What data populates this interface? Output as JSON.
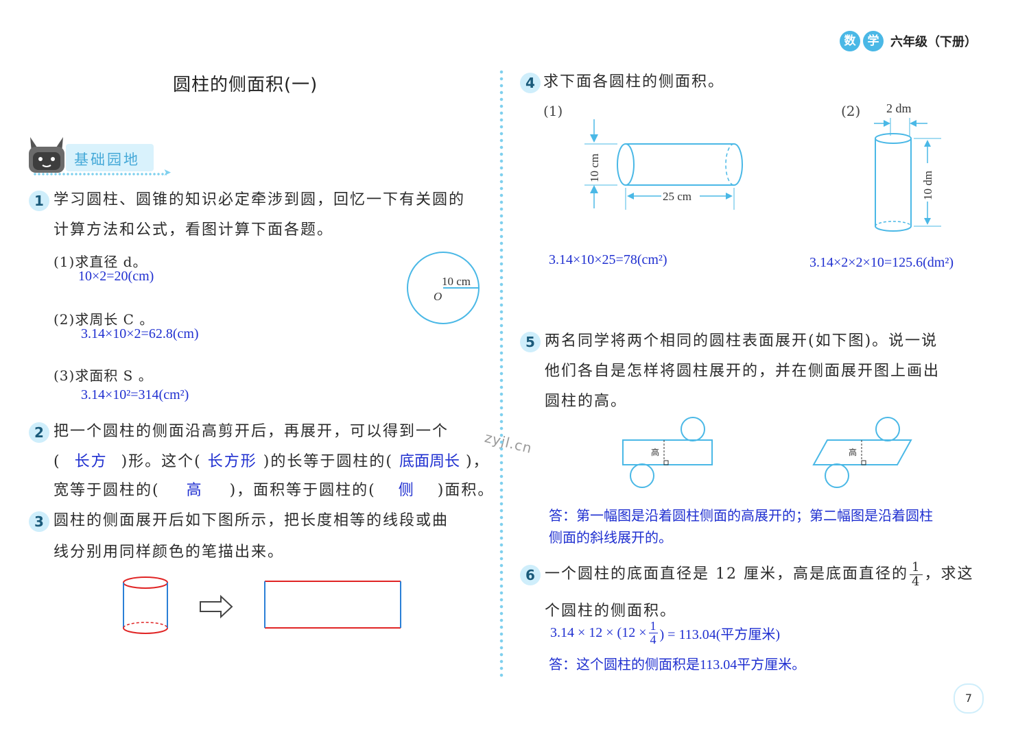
{
  "header": {
    "badge1": "数",
    "badge2": "学",
    "grade": "六年级（下册）"
  },
  "title": "圆柱的侧面积(一)",
  "section_tag": "基础园地",
  "watermark": "zyjl.cn",
  "page_number": "7",
  "q1": {
    "num": "1",
    "line1": "学习圆柱、圆锥的知识必定牵涉到圆，回忆一下有关圆的",
    "line2": "计算方法和公式，看图计算下面各题。",
    "sub1": "(1)求直径 d。",
    "ans1": "10×2=20(cm)",
    "sub2": "(2)求周长 C 。",
    "ans2": "3.14×10×2=62.8(cm)",
    "sub3": "(3)求面积 S 。",
    "ans3": "3.14×10²=314(cm²)",
    "radius_label": "10 cm",
    "center_label": "O"
  },
  "q2": {
    "num": "2",
    "line1": "把一个圆柱的侧面沿高剪开后，再展开，可以得到一个",
    "l2_a": "(",
    "blank1": "长方",
    "l2_b": ")形。这个(",
    "blank2": "长方形",
    "l2_c": ")的长等于圆柱的(",
    "blank3": "底面周长",
    "l2_d": ")，",
    "l3_a": "宽等于圆柱的(",
    "blank4": "高",
    "l3_b": ")，面积等于圆柱的(",
    "blank5": "侧",
    "l3_c": ")面积。"
  },
  "q3": {
    "num": "3",
    "line1": "圆柱的侧面展开后如下图所示，把长度相等的线段或曲",
    "line2": "线分别用同样颜色的笔描出来。"
  },
  "q4": {
    "num": "4",
    "text": "求下面各圆柱的侧面积。",
    "sub1_label": "(1)",
    "sub1_height": "10 cm",
    "sub1_length": "25 cm",
    "ans1": "3.14×10×25=78(cm²)",
    "sub2_label": "(2)",
    "sub2_diameter": "2 dm",
    "sub2_height": "10 dm",
    "ans2": "3.14×2×2×10=125.6(dm²)"
  },
  "q5": {
    "num": "5",
    "line1": "两名同学将两个相同的圆柱表面展开(如下图)。说一说",
    "line2": "他们各自是怎样将圆柱展开的，并在侧面展开图上画出",
    "line3": "圆柱的高。",
    "fig_label1": "高",
    "fig_label2": "高",
    "ans_line1": "答：第一幅图是沿着圆柱侧面的高展开的；第二幅图是沿着圆柱",
    "ans_line2": "侧面的斜线展开的。"
  },
  "q6": {
    "num": "6",
    "line1_a": "一个圆柱的底面直径是 12 厘米，高是底面直径的",
    "frac_num": "1",
    "frac_den": "4",
    "line1_b": "，求这",
    "line2": "个圆柱的侧面积。",
    "ans_a": "3.14 × 12 × (12 ×",
    "ans_frac_num": "1",
    "ans_frac_den": "4",
    "ans_b": ") = 113.04(平方厘米)",
    "ans_line2": "答：这个圆柱的侧面积是113.04平方厘米。"
  }
}
